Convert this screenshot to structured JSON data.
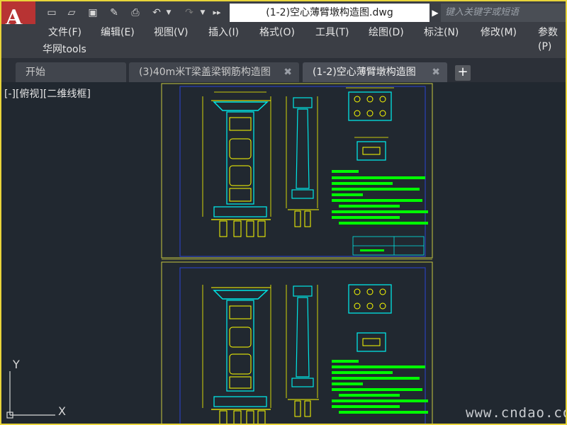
{
  "window": {
    "doc_title": "(1-2)空心薄臂墩构造图.dwg",
    "search_placeholder": "键入关键字或短语"
  },
  "menu": {
    "items": [
      "文件(F)",
      "编辑(E)",
      "视图(V)",
      "插入(I)",
      "格式(O)",
      "工具(T)",
      "绘图(D)",
      "标注(N)",
      "修改(M)",
      "参数(P)"
    ],
    "tools_label": "华网tools"
  },
  "tabs": [
    {
      "label": "开始",
      "closable": false,
      "active": false
    },
    {
      "label": "(3)40m米T梁盖梁钢筋构造图",
      "closable": true,
      "active": false
    },
    {
      "label": "(1-2)空心薄臂墩构造图",
      "closable": true,
      "active": true
    }
  ],
  "viewport": {
    "label": "[-][俯视][二维线框]"
  },
  "ucs": {
    "x_label": "X",
    "y_label": "Y"
  },
  "watermark": "www.cndao.com",
  "colors": {
    "canvas_bg": "#212830",
    "chrome_bg": "#3b3e45",
    "drawing_yellow": "#ffff00",
    "drawing_cyan": "#00e5e5",
    "drawing_green": "#00ff00",
    "frame_blue": "#2a3fb8"
  }
}
